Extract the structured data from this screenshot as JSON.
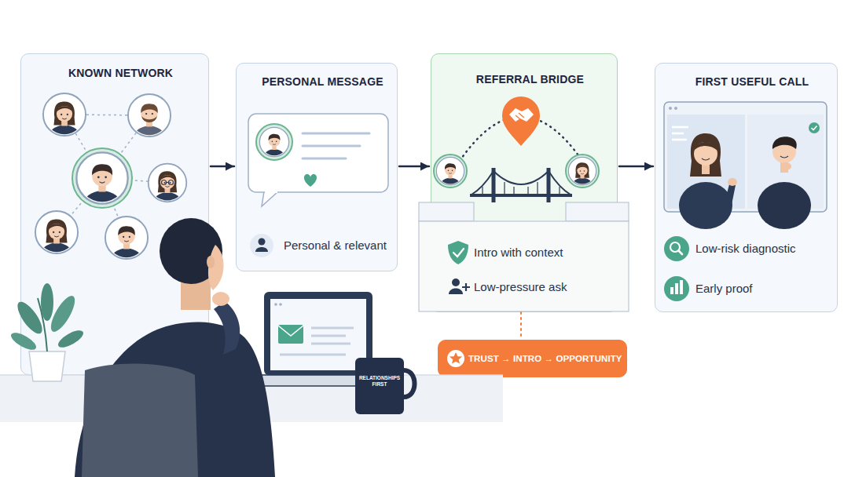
{
  "diagram": {
    "nodes": [
      {
        "text": [
          "KNOWN NETWORK"
        ]
      },
      {
        "text": [
          "PERSONAL MESSAGE",
          "Personal & relevant"
        ]
      },
      {
        "text": [
          "REFERRAL BRIDGE",
          "Intro with context",
          "Low-pressure ask"
        ]
      },
      {
        "text": [
          "FIRST USEFUL CALL",
          "Low-risk diagnostic",
          "Early proof"
        ]
      },
      {
        "text": [
          "TRUST → INTRO → OPPORTUNITY"
        ]
      }
    ],
    "edges": [
      {
        "from": 0,
        "to": 1,
        "arrow": "to"
      },
      {
        "from": 1,
        "to": 2,
        "arrow": "to"
      },
      {
        "from": 2,
        "to": 3,
        "arrow": "to"
      },
      {
        "from": 2,
        "to": 4,
        "arrow": "none"
      }
    ],
    "labels": [
      "RELATIONSHIPS FIRST"
    ]
  }
}
